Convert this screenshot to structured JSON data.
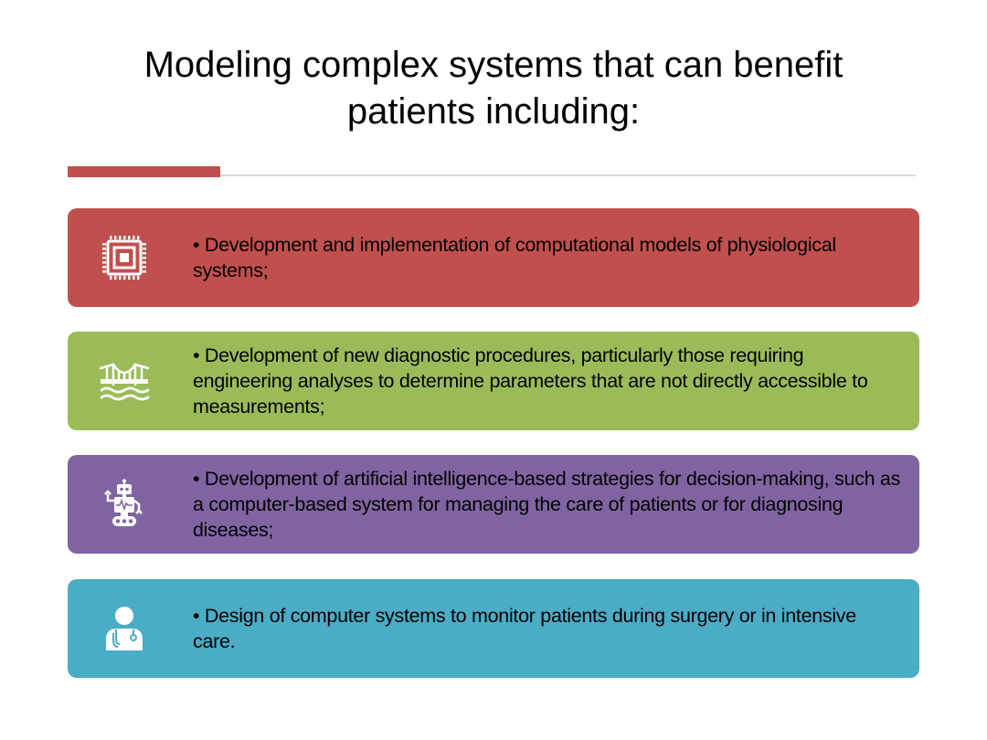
{
  "title": "Modeling complex systems that can benefit patients including:",
  "colors": {
    "accent": "#c0504d",
    "rule": "#d9d9d9"
  },
  "items": [
    {
      "icon": "microchip-icon",
      "color": "#c0504d",
      "text": "• Development and implementation of computational models of physiological systems;"
    },
    {
      "icon": "bridge-icon",
      "color": "#9bbb59",
      "text": "• Development of new diagnostic procedures, particularly those requiring engineering analyses to determine parameters that are not directly accessible to measurements;"
    },
    {
      "icon": "robot-icon",
      "color": "#8064a2",
      "text": "• Development of artificial intelligence-based strategies for decision-making, such as a computer-based system for managing the care of patients or for diagnosing diseases;"
    },
    {
      "icon": "doctor-icon",
      "color": "#4bacc6",
      "text": "• Design of computer systems to monitor patients during surgery or in intensive care."
    }
  ]
}
